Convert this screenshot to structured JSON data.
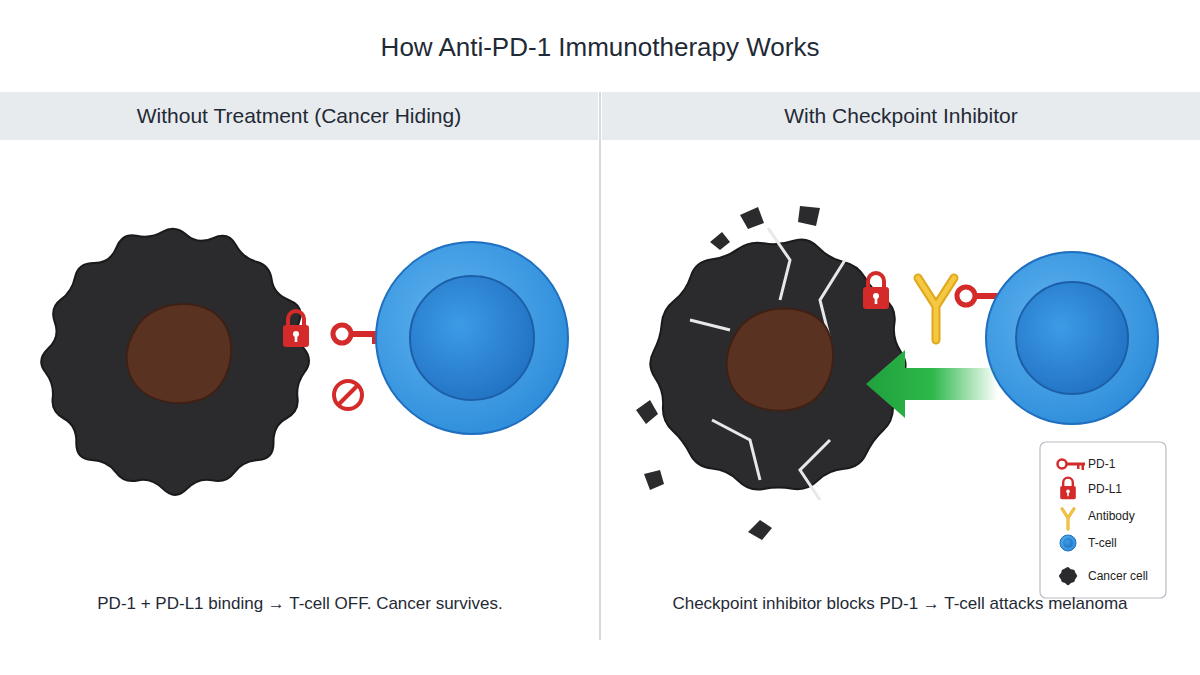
{
  "diagram": {
    "title": "How Anti-PD-1 Immunotherapy Works",
    "nodes": [
      {
        "text": [
          "Without Treatment (Cancer Hiding)"
        ]
      },
      {
        "text": [
          "With Checkpoint Inhibitor"
        ]
      }
    ],
    "labels": [
      "PD-1 + PD-L1 binding → T-cell OFF. Cancer survives.",
      "Checkpoint inhibitor blocks PD-1 → T-cell attacks melanoma"
    ],
    "legend": [
      {
        "text": "PD-1"
      },
      {
        "text": "PD-L1"
      },
      {
        "text": "Antibody"
      },
      {
        "text": "T-cell"
      },
      {
        "text": "Cancer cell"
      }
    ]
  }
}
